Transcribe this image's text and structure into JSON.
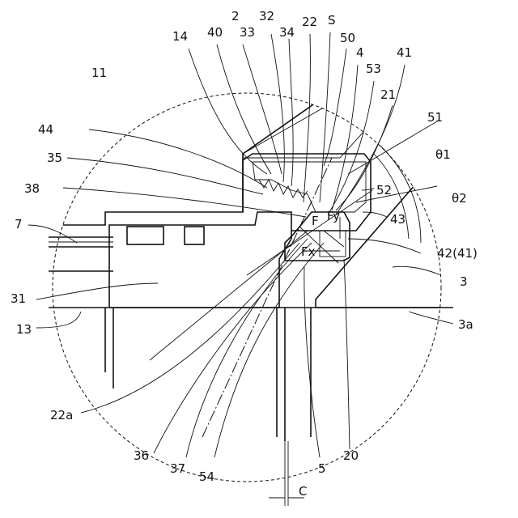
{
  "labels": {
    "l2": "2",
    "l32": "32",
    "l22": "22",
    "lS": "S",
    "l14": "14",
    "l40": "40",
    "l33": "33",
    "l34": "34",
    "l50": "50",
    "l4": "4",
    "l53": "53",
    "l41": "41",
    "l21": "21",
    "l51": "51",
    "l11": "11",
    "l44": "44",
    "l35": "35",
    "l38": "38",
    "l7": "7",
    "l31": "31",
    "l13": "13",
    "l52": "52",
    "lth1": "θ1",
    "lth2": "θ2",
    "l43": "43",
    "lF": "F",
    "lFy": "Fy",
    "lFx": "Fx",
    "l42": "42(41)",
    "l3": "3",
    "l3a": "3a",
    "l22a": "22a",
    "l36": "36",
    "l37": "37",
    "l54": "54",
    "l5": "5",
    "l20": "20",
    "lC": "C"
  }
}
